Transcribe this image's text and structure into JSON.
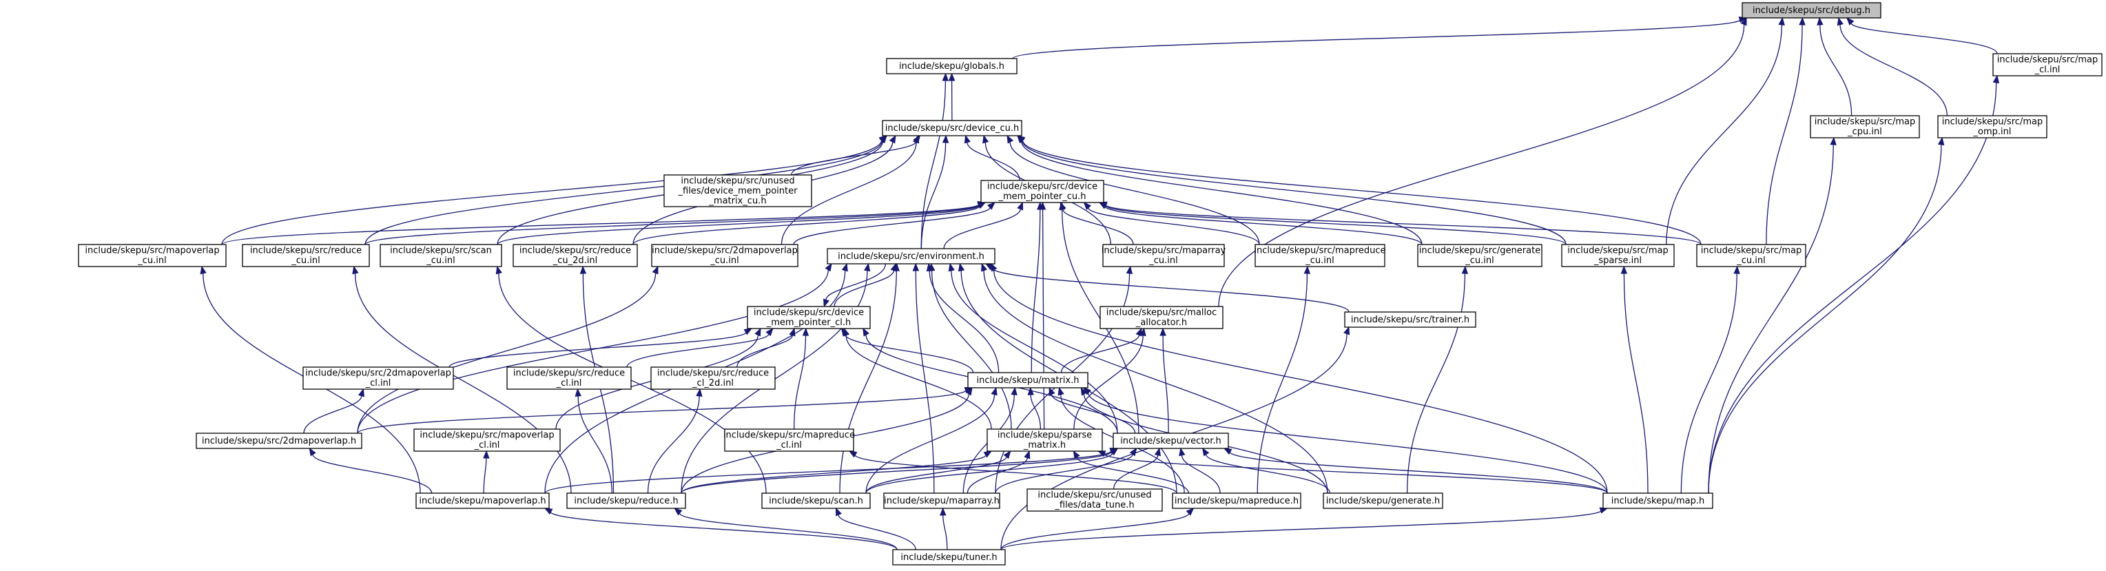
{
  "diagram": {
    "type": "include-dependency-graph",
    "nodes": [
      {
        "id": "debug",
        "lines": [
          "include/skepu/src/debug.h"
        ],
        "root": true
      },
      {
        "id": "globals",
        "lines": [
          "include/skepu/globals.h"
        ]
      },
      {
        "id": "map_cl",
        "lines": [
          "include/skepu/src/map",
          "_cl.inl"
        ]
      },
      {
        "id": "device_cu",
        "lines": [
          "include/skepu/src/device_cu.h"
        ]
      },
      {
        "id": "map_cpu",
        "lines": [
          "include/skepu/src/map",
          "_cpu.inl"
        ]
      },
      {
        "id": "map_omp",
        "lines": [
          "include/skepu/src/map",
          "_omp.inl"
        ]
      },
      {
        "id": "unused_dmp",
        "lines": [
          "include/skepu/src/unused",
          "_files/device_mem_pointer",
          "_matrix_cu.h"
        ]
      },
      {
        "id": "dmp_cu",
        "lines": [
          "include/skepu/src/device",
          "_mem_pointer_cu.h"
        ]
      },
      {
        "id": "mapoverlap_cu",
        "lines": [
          "include/skepu/src/mapoverlap",
          "_cu.inl"
        ]
      },
      {
        "id": "reduce_cu",
        "lines": [
          "include/skepu/src/reduce",
          "_cu.inl"
        ]
      },
      {
        "id": "scan_cu",
        "lines": [
          "include/skepu/src/scan",
          "_cu.inl"
        ]
      },
      {
        "id": "reduce_cu_2d",
        "lines": [
          "include/skepu/src/reduce",
          "_cu_2d.inl"
        ]
      },
      {
        "id": "mo2d_cu",
        "lines": [
          "include/skepu/src/2dmapoverlap",
          "_cu.inl"
        ]
      },
      {
        "id": "environment",
        "lines": [
          "include/skepu/src/environment.h"
        ]
      },
      {
        "id": "maparray_cu",
        "lines": [
          "include/skepu/src/maparray",
          "_cu.inl"
        ]
      },
      {
        "id": "mapreduce_cu",
        "lines": [
          "include/skepu/src/mapreduce",
          "_cu.inl"
        ]
      },
      {
        "id": "generate_cu",
        "lines": [
          "include/skepu/src/generate",
          "_cu.inl"
        ]
      },
      {
        "id": "map_sparse",
        "lines": [
          "include/skepu/src/map",
          "_sparse.inl"
        ]
      },
      {
        "id": "map_cu",
        "lines": [
          "include/skepu/src/map",
          "_cu.inl"
        ]
      },
      {
        "id": "dmp_cl",
        "lines": [
          "include/skepu/src/device",
          "_mem_pointer_cl.h"
        ]
      },
      {
        "id": "malloc_alloc",
        "lines": [
          "include/skepu/src/malloc",
          "_allocator.h"
        ]
      },
      {
        "id": "trainer",
        "lines": [
          "include/skepu/src/trainer.h"
        ]
      },
      {
        "id": "mo2d_cl",
        "lines": [
          "include/skepu/src/2dmapoverlap",
          "_cl.inl"
        ]
      },
      {
        "id": "reduce_cl",
        "lines": [
          "include/skepu/src/reduce",
          "_cl.inl"
        ]
      },
      {
        "id": "reduce_cl_2d",
        "lines": [
          "include/skepu/src/reduce",
          "_cl_2d.inl"
        ]
      },
      {
        "id": "matrix",
        "lines": [
          "include/skepu/matrix.h"
        ]
      },
      {
        "id": "mo2d_h",
        "lines": [
          "include/skepu/src/2dmapoverlap.h"
        ]
      },
      {
        "id": "mapoverlap_cl",
        "lines": [
          "include/skepu/src/mapoverlap",
          "_cl.inl"
        ]
      },
      {
        "id": "mapreduce_cl",
        "lines": [
          "include/skepu/src/mapreduce",
          "_cl.inl"
        ]
      },
      {
        "id": "sparse_matrix",
        "lines": [
          "include/skepu/sparse",
          "_matrix.h"
        ]
      },
      {
        "id": "vector",
        "lines": [
          "include/skepu/vector.h"
        ]
      },
      {
        "id": "mapoverlap_h",
        "lines": [
          "include/skepu/mapoverlap.h"
        ]
      },
      {
        "id": "reduce_h",
        "lines": [
          "include/skepu/reduce.h"
        ]
      },
      {
        "id": "scan_h",
        "lines": [
          "include/skepu/scan.h"
        ]
      },
      {
        "id": "maparray_h",
        "lines": [
          "include/skepu/maparray.h"
        ]
      },
      {
        "id": "data_tune",
        "lines": [
          "include/skepu/src/unused",
          "_files/data_tune.h"
        ]
      },
      {
        "id": "mapreduce_h",
        "lines": [
          "include/skepu/mapreduce.h"
        ]
      },
      {
        "id": "generate_h",
        "lines": [
          "include/skepu/generate.h"
        ]
      },
      {
        "id": "map_h",
        "lines": [
          "include/skepu/map.h"
        ]
      },
      {
        "id": "tuner",
        "lines": [
          "include/skepu/tuner.h"
        ]
      }
    ],
    "edges": [
      [
        "globals",
        "debug"
      ],
      [
        "map_cl",
        "debug"
      ],
      [
        "map_cpu",
        "debug"
      ],
      [
        "map_omp",
        "debug"
      ],
      [
        "map_cu",
        "debug"
      ],
      [
        "map_sparse",
        "debug"
      ],
      [
        "malloc_alloc",
        "debug"
      ],
      [
        "device_cu",
        "globals"
      ],
      [
        "environment",
        "globals"
      ],
      [
        "unused_dmp",
        "device_cu"
      ],
      [
        "dmp_cu",
        "device_cu"
      ],
      [
        "mapoverlap_cu",
        "device_cu"
      ],
      [
        "reduce_cu",
        "device_cu"
      ],
      [
        "scan_cu",
        "device_cu"
      ],
      [
        "reduce_cu_2d",
        "device_cu"
      ],
      [
        "mo2d_cu",
        "device_cu"
      ],
      [
        "environment",
        "device_cu"
      ],
      [
        "maparray_cu",
        "device_cu"
      ],
      [
        "mapreduce_cu",
        "device_cu"
      ],
      [
        "generate_cu",
        "device_cu"
      ],
      [
        "map_sparse",
        "device_cu"
      ],
      [
        "map_cu",
        "device_cu"
      ],
      [
        "mapoverlap_cu",
        "dmp_cu"
      ],
      [
        "reduce_cu",
        "dmp_cu"
      ],
      [
        "scan_cu",
        "dmp_cu"
      ],
      [
        "reduce_cu_2d",
        "dmp_cu"
      ],
      [
        "mo2d_cu",
        "dmp_cu"
      ],
      [
        "environment",
        "dmp_cu"
      ],
      [
        "maparray_cu",
        "dmp_cu"
      ],
      [
        "mapreduce_cu",
        "dmp_cu"
      ],
      [
        "generate_cu",
        "dmp_cu"
      ],
      [
        "map_sparse",
        "dmp_cu"
      ],
      [
        "map_cu",
        "dmp_cu"
      ],
      [
        "matrix",
        "dmp_cu"
      ],
      [
        "sparse_matrix",
        "dmp_cu"
      ],
      [
        "vector",
        "dmp_cu"
      ],
      [
        "dmp_cl",
        "environment"
      ],
      [
        "matrix",
        "environment"
      ],
      [
        "mo2d_h",
        "environment"
      ],
      [
        "sparse_matrix",
        "environment"
      ],
      [
        "vector",
        "environment"
      ],
      [
        "mapoverlap_h",
        "environment"
      ],
      [
        "reduce_h",
        "environment"
      ],
      [
        "scan_h",
        "environment"
      ],
      [
        "maparray_h",
        "environment"
      ],
      [
        "mapreduce_h",
        "environment"
      ],
      [
        "generate_h",
        "environment"
      ],
      [
        "map_h",
        "environment"
      ],
      [
        "trainer",
        "environment"
      ],
      [
        "environment",
        "dmp_cl"
      ],
      [
        "mo2d_cl",
        "dmp_cl"
      ],
      [
        "reduce_cl",
        "dmp_cl"
      ],
      [
        "reduce_cl_2d",
        "dmp_cl"
      ],
      [
        "matrix",
        "dmp_cl"
      ],
      [
        "mapoverlap_cl",
        "dmp_cl"
      ],
      [
        "mapreduce_cl",
        "dmp_cl"
      ],
      [
        "sparse_matrix",
        "dmp_cl"
      ],
      [
        "vector",
        "dmp_cl"
      ],
      [
        "matrix",
        "malloc_alloc"
      ],
      [
        "sparse_matrix",
        "malloc_alloc"
      ],
      [
        "vector",
        "malloc_alloc"
      ],
      [
        "mo2d_h",
        "mo2d_cl"
      ],
      [
        "reduce_h",
        "reduce_cl"
      ],
      [
        "reduce_h",
        "reduce_cl_2d"
      ],
      [
        "mapoverlap_h",
        "mapoverlap_cl"
      ],
      [
        "mapreduce_h",
        "mapreduce_cl"
      ],
      [
        "mo2d_h",
        "matrix"
      ],
      [
        "sparse_matrix",
        "matrix"
      ],
      [
        "vector",
        "matrix"
      ],
      [
        "reduce_h",
        "matrix"
      ],
      [
        "scan_h",
        "matrix"
      ],
      [
        "maparray_h",
        "matrix"
      ],
      [
        "mapreduce_h",
        "matrix"
      ],
      [
        "generate_h",
        "matrix"
      ],
      [
        "map_h",
        "matrix"
      ],
      [
        "mapoverlap_h",
        "mo2d_h"
      ],
      [
        "reduce_h",
        "sparse_matrix"
      ],
      [
        "scan_h",
        "sparse_matrix"
      ],
      [
        "maparray_h",
        "sparse_matrix"
      ],
      [
        "mapreduce_h",
        "sparse_matrix"
      ],
      [
        "map_h",
        "sparse_matrix"
      ],
      [
        "mapoverlap_h",
        "vector"
      ],
      [
        "reduce_h",
        "vector"
      ],
      [
        "scan_h",
        "vector"
      ],
      [
        "maparray_h",
        "vector"
      ],
      [
        "data_tune",
        "vector"
      ],
      [
        "mapreduce_h",
        "vector"
      ],
      [
        "generate_h",
        "vector"
      ],
      [
        "map_h",
        "vector"
      ],
      [
        "mapoverlap_h",
        "mapoverlap_cu"
      ],
      [
        "reduce_h",
        "reduce_cu"
      ],
      [
        "scan_h",
        "scan_cu"
      ],
      [
        "reduce_h",
        "reduce_cu_2d"
      ],
      [
        "mo2d_h",
        "mo2d_cu"
      ],
      [
        "maparray_h",
        "maparray_cu"
      ],
      [
        "mapreduce_h",
        "mapreduce_cu"
      ],
      [
        "generate_h",
        "generate_cu"
      ],
      [
        "map_h",
        "map_sparse"
      ],
      [
        "map_h",
        "map_cu"
      ],
      [
        "map_h",
        "map_cpu"
      ],
      [
        "map_h",
        "map_omp"
      ],
      [
        "map_h",
        "map_cl"
      ],
      [
        "tuner",
        "mapoverlap_h"
      ],
      [
        "tuner",
        "reduce_h"
      ],
      [
        "tuner",
        "scan_h"
      ],
      [
        "tuner",
        "maparray_h"
      ],
      [
        "tuner",
        "mapreduce_h"
      ],
      [
        "tuner",
        "map_h"
      ],
      [
        "tuner",
        "trainer"
      ]
    ]
  }
}
